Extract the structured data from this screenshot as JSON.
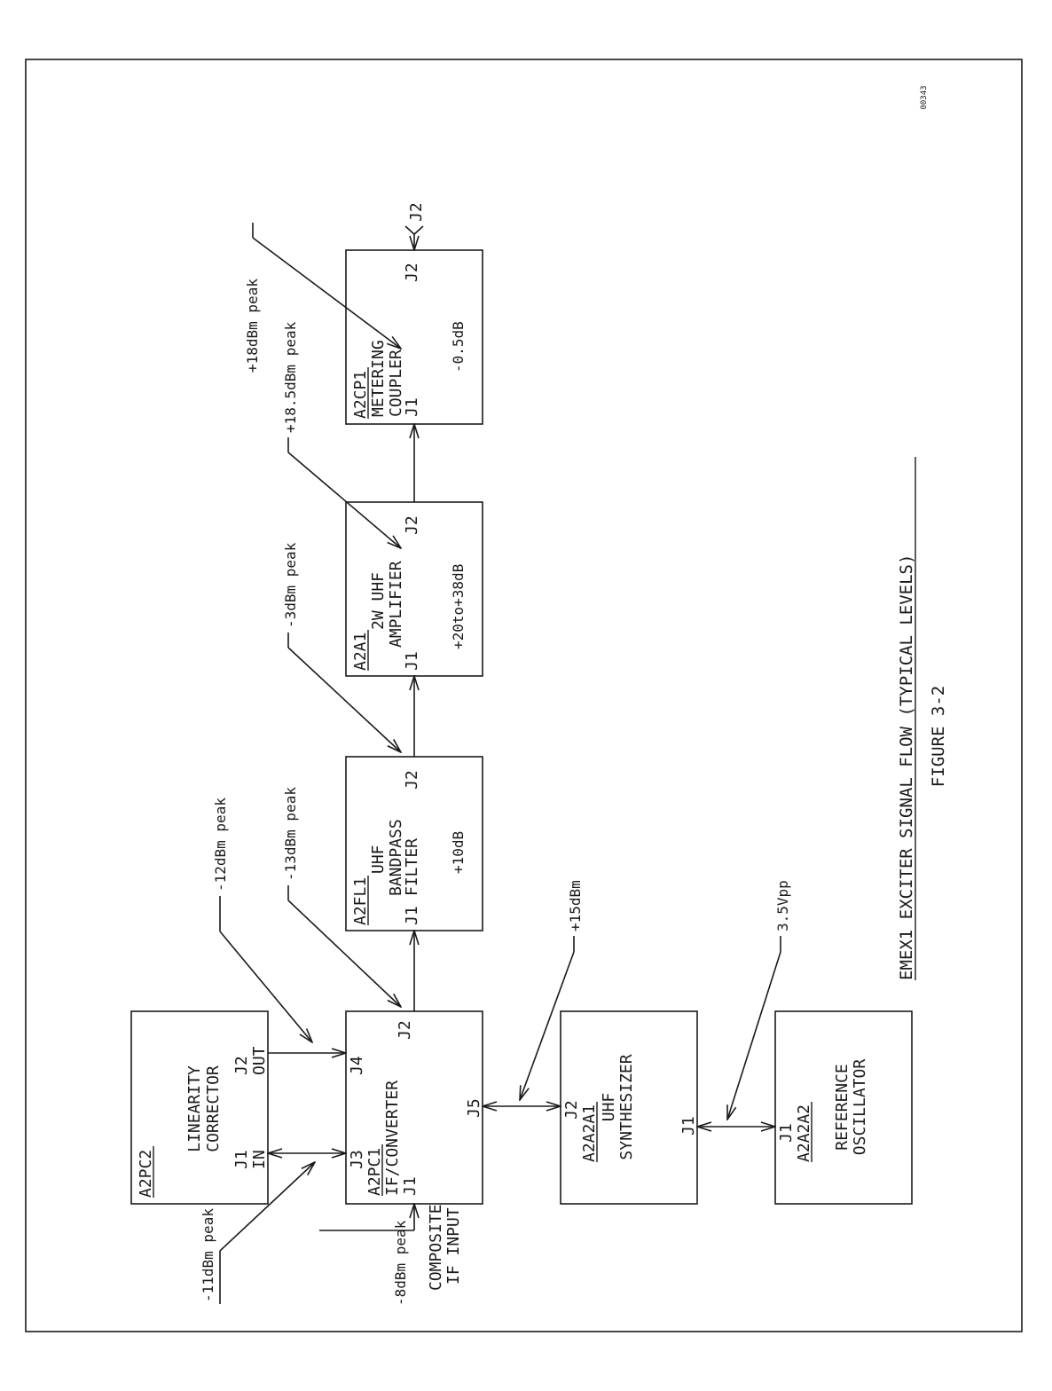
{
  "title": "EMEX1 EXCITER SIGNAL FLOW (TYPICAL LEVELS)",
  "figure": "FIGURE 3-2",
  "drawing_no": "00343",
  "blocks": {
    "linearity": {
      "ref": "A2PC2",
      "line1": "LINEARITY",
      "line2": "CORRECTOR",
      "j1": "J1",
      "j1b": "IN",
      "j2": "J2",
      "j2b": "OUT"
    },
    "converter": {
      "ref": "A2PC1",
      "line1": "IF/CONVERTER",
      "j1": "J1",
      "j2": "J2",
      "j3": "J3",
      "j4": "J4",
      "j5": "J5"
    },
    "filter": {
      "ref": "A2FL1",
      "line1": "UHF",
      "line2": "BANDPASS",
      "line3": "FILTER",
      "j1": "J1",
      "j2": "J2",
      "gain": "+10dB"
    },
    "amplifier": {
      "ref": "A2A1",
      "line1": "2W UHF",
      "line2": "AMPLIFIER",
      "j1": "J1",
      "j2": "J2",
      "gain": "+20to+38dB"
    },
    "coupler": {
      "ref": "A2CP1",
      "line1": "METERING",
      "line2": "COUPLER",
      "j1": "J1",
      "j2": "J2",
      "gain": "-0.5dB"
    },
    "synthesizer": {
      "ref": "A2A2A1",
      "line1": "UHF",
      "line2": "SYNTHESIZER",
      "j1": "J1",
      "j2": "J2"
    },
    "oscillator": {
      "ref": "A2A2A2",
      "line1": "REFERENCE",
      "line2": "OSCILLATOR",
      "j1": "J1"
    }
  },
  "levels": {
    "if_input": "-8dBm peak",
    "if_input_label1": "COMPOSITE",
    "if_input_label2": "IF INPUT",
    "lin_in": "-11dBm peak",
    "lin_out": "-12dBm peak",
    "conv_out": "-13dBm peak",
    "filter_out": "-3dBm peak",
    "amp_out": "+18.5dBm peak",
    "coupler_out": "+18dBm peak",
    "synth_lo": "+15dBm",
    "ref_osc": "3.5Vpp",
    "output_jack": "J2"
  }
}
